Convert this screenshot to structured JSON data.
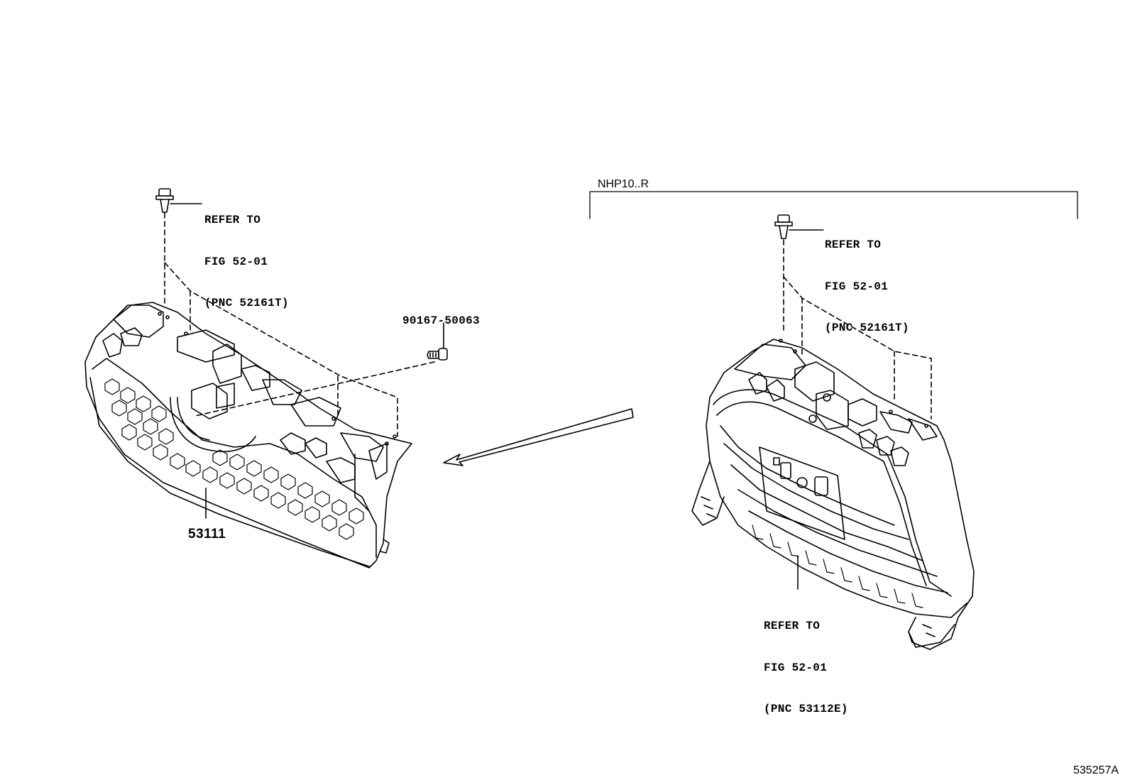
{
  "labels": {
    "left_refer": [
      "REFER TO",
      "FIG 52-01",
      "(PNC 52161T)"
    ],
    "right_refer": [
      "REFER TO",
      "FIG 52-01",
      "(PNC 52161T)"
    ],
    "bottom_refer": [
      "REFER TO",
      "FIG 52-01",
      "(PNC 53112E)"
    ],
    "screw_part": "90167-50063",
    "grille_part": "53111",
    "variant": "NHP10..R",
    "figure_id": "535257A"
  }
}
